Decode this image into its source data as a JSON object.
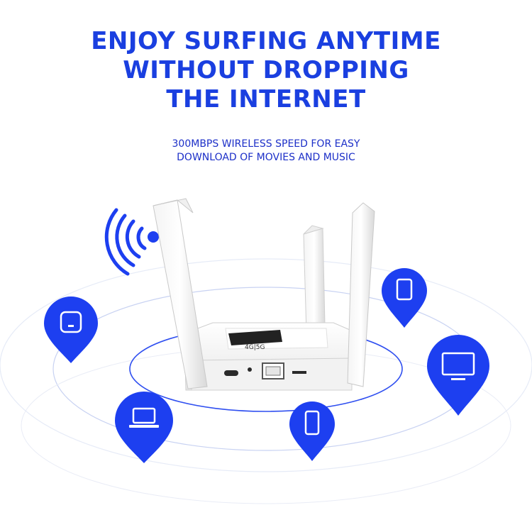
{
  "headline": {
    "line1": "ENJOY SURFING ANYTIME",
    "line2": "WITHOUT DROPPING",
    "line3": "THE INTERNET"
  },
  "subheadline": {
    "line1": "300MBPS WIRELESS SPEED FOR EASY",
    "line2": "DOWNLOAD OF MOVIES AND MUSIC"
  },
  "router_label": "4G|5G",
  "colors": {
    "accent": "#1a3fe0",
    "pin": "#1d3ff0",
    "ring": "#3b5bf0"
  },
  "device_pins": [
    {
      "icon": "smart-speaker-icon"
    },
    {
      "icon": "tablet-icon"
    },
    {
      "icon": "monitor-icon"
    },
    {
      "icon": "laptop-icon"
    },
    {
      "icon": "smartphone-icon"
    }
  ]
}
